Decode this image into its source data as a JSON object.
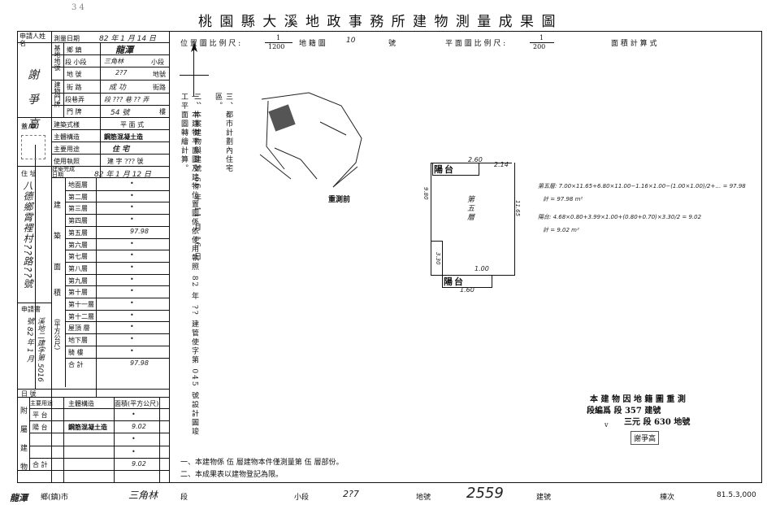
{
  "doc_title": "桃 園 縣 大 溪 地 政 事 務 所 建 物 測 量 成 果 圖",
  "corner_mark": "3 4",
  "left_table": {
    "applicant_label": "申請人姓名",
    "applicant_value": "謝 爭 高",
    "survey_date_label": "測量日期",
    "survey_date_value": "82 年 1 月 14 日",
    "base_label": "基地地號",
    "township_label": "鄉 鎮",
    "township_value": "龍潭",
    "section_label": "段 小段",
    "section_value": "三角林",
    "section_suffix": "小段",
    "lot_label": "地 號",
    "lot_value": "2?7",
    "lot_suffix": "地號",
    "address_label": "建物門牌",
    "street_label": "街 路",
    "street_value": "成 功",
    "street_suffix": "街路",
    "lane_label": "段巷弄",
    "lane_value": "段 ??? 巷 ?? 弄",
    "number_label": "門 牌",
    "number_value": "54 號",
    "number_suffix": "樓",
    "seal_label": "蓋 章",
    "style_label": "建築式樣",
    "style_value": "平 面 式",
    "structure_label": "主體構造",
    "structure_value": "鋼筋混凝土造",
    "use_label": "主要用途",
    "use_value": "住 宅",
    "license_label": "使用執照",
    "license_value": "建 字 ??? 號",
    "address_owner_label": "住 址",
    "complete_label": "建築完成日期",
    "complete_value": "82 年 1 月 12 日",
    "owner_address_hw": "八德鄉霄裡村??路??號",
    "area_label_building": "建",
    "area_label_material": "築",
    "area_label_face": "面",
    "area_label_plot": "積",
    "area_unit": "(平方公尺)",
    "floors": [
      {
        "name": "地面層",
        "value": "•"
      },
      {
        "name": "第二層",
        "value": "•"
      },
      {
        "name": "第三層",
        "value": "•"
      },
      {
        "name": "第四層",
        "value": "•"
      },
      {
        "name": "第五層",
        "value": "97.98"
      },
      {
        "name": "第六層",
        "value": "•"
      },
      {
        "name": "第七層",
        "value": "•"
      },
      {
        "name": "第八層",
        "value": "•"
      },
      {
        "name": "第九層",
        "value": "•"
      },
      {
        "name": "第十層",
        "value": "•"
      },
      {
        "name": "第十一層",
        "value": "•"
      },
      {
        "name": "第十二層",
        "value": "•"
      },
      {
        "name": "屋頂 層",
        "value": "•"
      },
      {
        "name": "地下層",
        "value": "•"
      },
      {
        "name": "騎 樓",
        "value": "•"
      },
      {
        "name": "合 計",
        "value": "97.98"
      }
    ],
    "application_label": "申請書",
    "application_value": "溪地二建字第 5016 號 82 年 1 月",
    "date_num_label": "日 號",
    "accessory_use_label": "主要用途",
    "accessory_struct_label": "主體構造",
    "accessory_area_label": "面積(平方公尺)",
    "accessory_side_label": "附屬建物",
    "accessories": [
      {
        "use": "平 台",
        "struct": "",
        "area": "•"
      },
      {
        "use": "陽 台",
        "struct": "鋼筋混凝土造",
        "area": "9.02"
      },
      {
        "use": "",
        "struct": "",
        "area": "•"
      },
      {
        "use": "",
        "struct": "",
        "area": "•"
      },
      {
        "use": "合 計",
        "struct": "",
        "area": "9.02"
      }
    ]
  },
  "header_line": {
    "location_scale_label": "位 置 圖 比 例 尺 :",
    "location_scale_num": "1",
    "location_scale_den": "1200",
    "cadastral_label": "地 籍 圖",
    "cadastral_value": "10",
    "cadastral_suffix": "號",
    "plan_scale_label": "平 面 圖 比 例 尺 :",
    "plan_scale_num": "1",
    "plan_scale_den": "200",
    "area_calc_label": "面 積 計 算 式"
  },
  "notes_vertical": [
    "一、本建物平面圖及建物位置圖係依使用執照 82 年 ?? 建管使字第 045 號設計圖竣工平面圖轉繪計算。",
    "二、本案建物與建號 66 年 11 月 16 日",
    "三、都市計劃內住宅區。"
  ],
  "road_label": "重測前",
  "plan": {
    "room_label": "第五層",
    "balcony_top": "陽台",
    "balcony_bottom": "陽台",
    "dims": [
      "2.60",
      "2.14",
      "9.80",
      "11.65",
      "1.00",
      "3.30",
      "1.60"
    ]
  },
  "calc_lines": [
    "第五層: 7.00×11.65+6.80×11.00−1.16×1.00−(1.00×1.00)/2+… = 97.98",
    "計 = 97.98 m²",
    "陽台: 4.68×0.80+3.99×1.00+(0.80+0.70)×3.30/2 = 9.02",
    "計 = 9.02 m²"
  ],
  "bottom_notes": [
    "一、本建物係 伍 層建物本件僅測量第 伍 層部份。",
    "二、本成果表以建物登記為限。"
  ],
  "right_block": {
    "line1": "本 建 物 因 地 籍 圖 重 測",
    "line2": "段編爲 段 357 建號",
    "line3": "三元 段 630 地號",
    "stamp": "謝爭高",
    "mark": "v"
  },
  "footer": {
    "township_value": "龍潭",
    "township_label": "鄉(鎮)市",
    "section_value": "三角林",
    "section_label": "段",
    "subsection_label": "小段",
    "lot_value": "2?7",
    "lot_label": "地號",
    "bldg_value": "2559",
    "bldg_label": "建號",
    "floor_label": "棟次",
    "print_code": "81.5.3,000"
  }
}
